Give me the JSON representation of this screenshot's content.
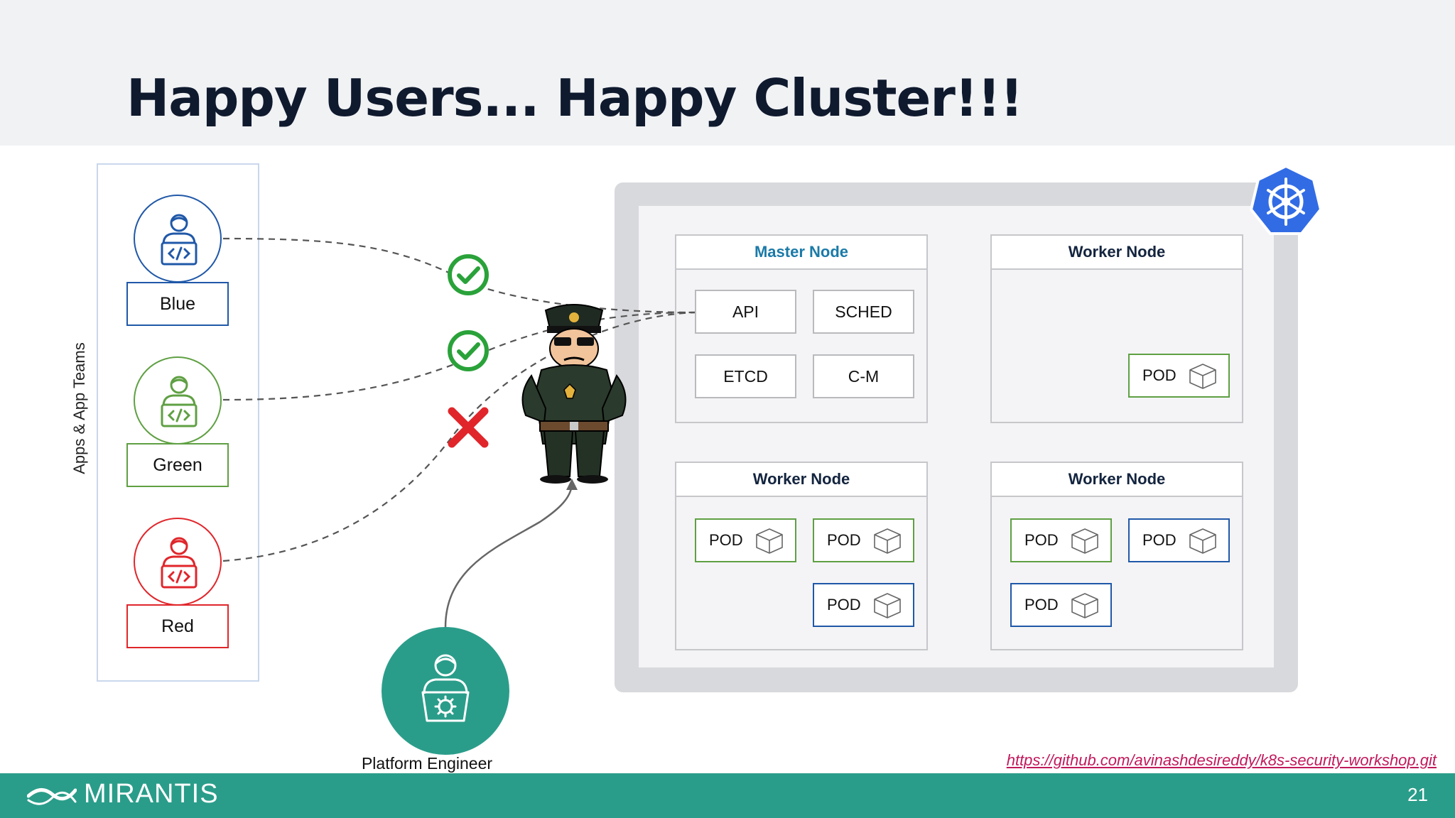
{
  "slide": {
    "title": "Happy Users... Happy Cluster!!!",
    "page_number": "21",
    "link": "https://github.com/avinashdesireddy/k8s-security-workshop.git",
    "brand": "MIRANTIS"
  },
  "teams": {
    "label": "Apps & App Teams",
    "items": [
      {
        "name": "Blue",
        "color": "#2058a8",
        "status": "allowed"
      },
      {
        "name": "Green",
        "color": "#5fa043",
        "status": "allowed"
      },
      {
        "name": "Red",
        "color": "#e0262b",
        "status": "denied"
      }
    ]
  },
  "platform": {
    "label": "Platform Engineer",
    "color": "#2a9d8a"
  },
  "cluster": {
    "master": {
      "title": "Master Node",
      "components": [
        "API",
        "SCHED",
        "ETCD",
        "C-M"
      ]
    },
    "workers": [
      {
        "title": "Worker Node",
        "pods": [
          {
            "label": "POD",
            "team": "green"
          }
        ]
      },
      {
        "title": "Worker Node",
        "pods": [
          {
            "label": "POD",
            "team": "green"
          },
          {
            "label": "POD",
            "team": "green"
          },
          {
            "label": "POD",
            "team": "blue"
          }
        ]
      },
      {
        "title": "Worker Node",
        "pods": [
          {
            "label": "POD",
            "team": "green"
          },
          {
            "label": "POD",
            "team": "blue"
          },
          {
            "label": "POD",
            "team": "blue"
          }
        ]
      }
    ]
  },
  "icons": {
    "check": "check-circle-icon",
    "cross": "cross-icon",
    "kubernetes": "kubernetes-helm-icon",
    "police": "police-officer-icon",
    "pod": "cube-icon"
  }
}
